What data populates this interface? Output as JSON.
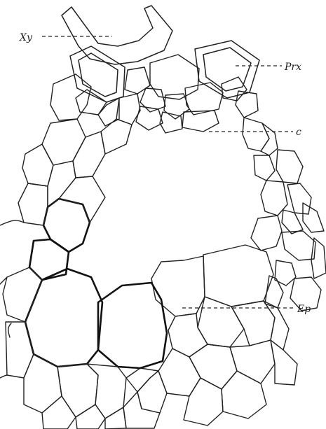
{
  "labels": {
    "xylem": "Xy",
    "protoxylem": "Prx",
    "cortex_c": "c",
    "endodermis_ep": "Ep"
  },
  "colors": {
    "ink": "#222222",
    "background": "#ffffff"
  }
}
